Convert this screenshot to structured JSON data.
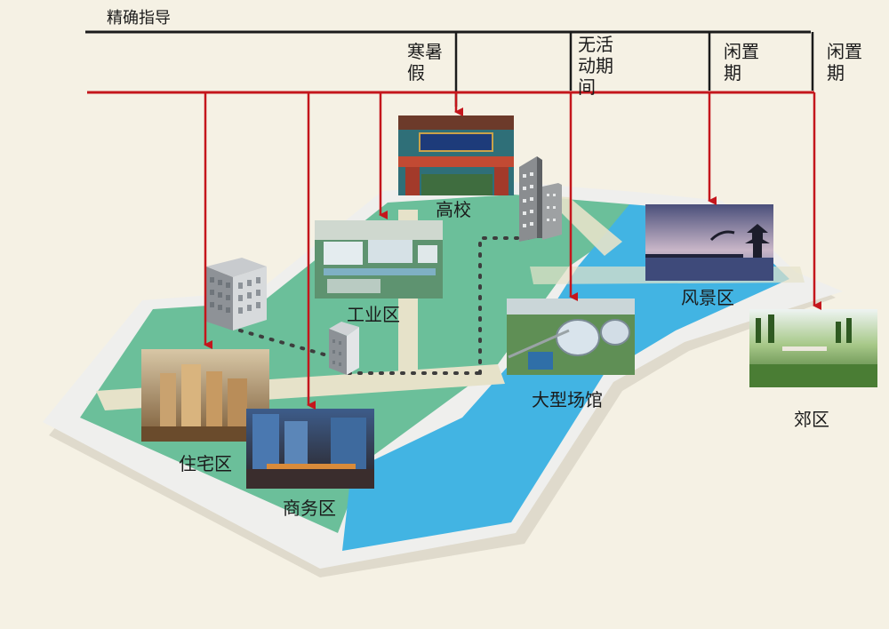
{
  "top_label": "精确指导",
  "periods": [
    "寒暑假",
    "无活动期间",
    "闲置期",
    "闲置期"
  ],
  "areas": {
    "university": "高校",
    "industrial": "工业区",
    "stadium": "大型场馆",
    "scenic": "风景区",
    "suburb": "郊区",
    "residential": "住宅区",
    "business": "商务区"
  },
  "colors": {
    "black_line": "#1b1b1b",
    "red_line": "#c4161c",
    "map_green": "#6bbf9a",
    "map_blue": "#42b4e3",
    "map_road": "#e6e2c9",
    "background": "#f5f1e4"
  }
}
